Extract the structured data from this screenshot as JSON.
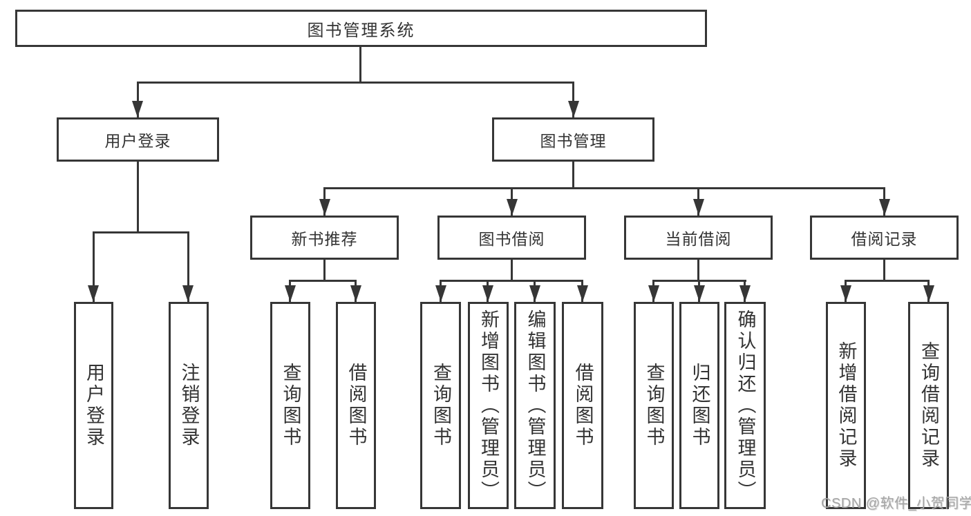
{
  "diagram": {
    "nodes": {
      "root": "图书管理系统",
      "user_login": "用户登录",
      "book_mgmt": "图书管理",
      "new_book_rec": "新书推荐",
      "book_borrow": "图书借阅",
      "current_borrow": "当前借阅",
      "borrow_records": "借阅记录"
    },
    "leaves": {
      "user_login": [
        "用户登录",
        "注销登录"
      ],
      "new_book_rec": [
        "查询图书",
        "借阅图书"
      ],
      "book_borrow": [
        "查询图书",
        "新增图书（管理员）",
        "编辑图书（管理员）",
        "借阅图书"
      ],
      "current_borrow": [
        "查询图书",
        "归还图书",
        "确认归还（管理员）"
      ],
      "borrow_records": [
        "新增借阅记录",
        "查询借阅记录"
      ]
    }
  },
  "watermark": {
    "text": "CSDN @软件_小贺同学",
    "color": "#a6a6a6"
  },
  "colors": {
    "background": "#ffffff",
    "line": "#363636",
    "text": "#333333"
  },
  "icons": {
    "arrow_down_icon": "▼"
  }
}
